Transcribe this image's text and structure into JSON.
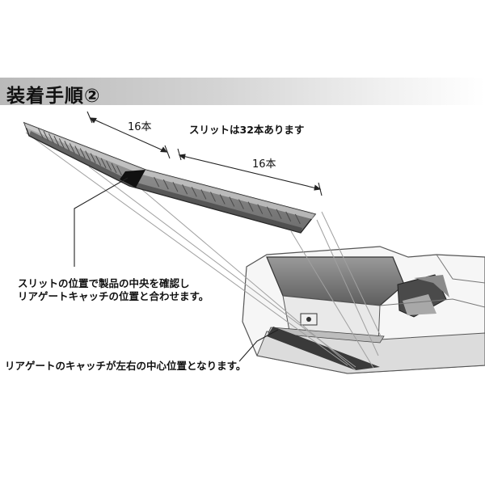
{
  "heading": {
    "title": "装着手順②"
  },
  "labels": {
    "count_left": "16本",
    "count_right": "16本",
    "total_slits": "スリットは32本あります",
    "instruction_line1": "スリットの位置で製品の中央を確認し",
    "instruction_line2": "リアゲートキャッチの位置と合わせます。",
    "catch_note": "リアゲートのキャッチが左右の中心位置となります。"
  },
  "colors": {
    "title_band": "#c8c8c8",
    "plate_fill": "#8a8a8a",
    "plate_dark": "#4a4a4a",
    "guide_line": "#9a9a9a"
  }
}
